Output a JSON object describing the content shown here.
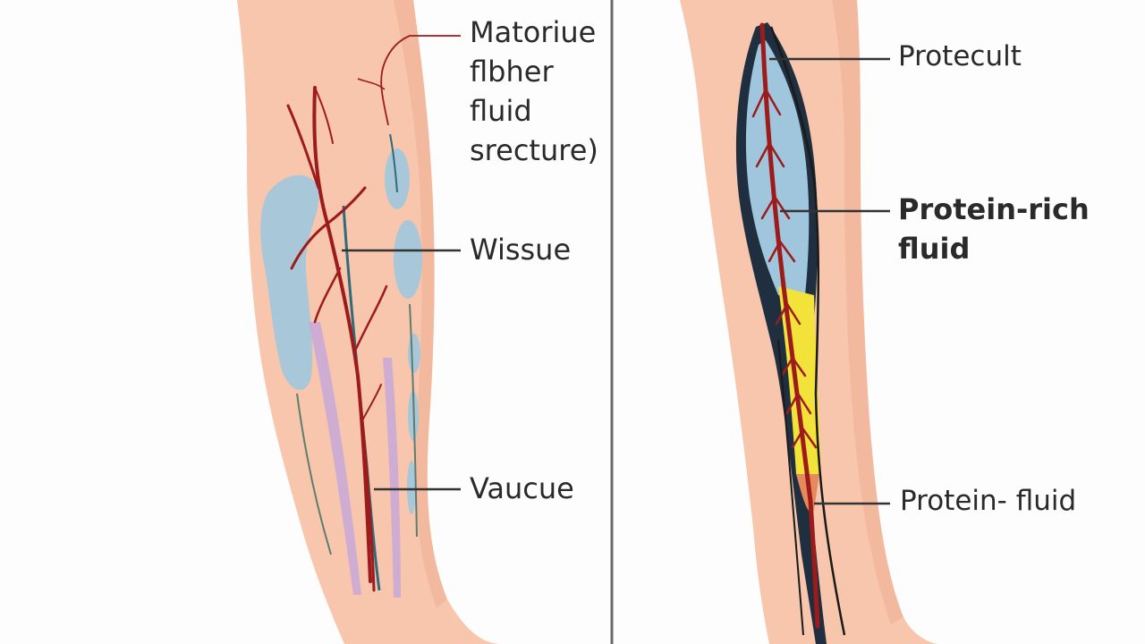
{
  "colors": {
    "skin": "#f7c6ad",
    "skin_shadow": "#efb398",
    "vessel": "#9e1b1b",
    "fluid_blue": "#9fc6dd",
    "fluid_yellow": "#f2e23a",
    "muscle_purple": "#c8a8d8",
    "outline": "#1f2f3f",
    "divider": "#6a6a6a",
    "leader": "#333333"
  },
  "icons": {
    "left_leg": "leg-vein-network-illustration",
    "right_leg": "leg-edema-cross-section-illustration"
  },
  "left_panel": {
    "labels": {
      "fiber_lines": [
        "Matoriue",
        "flbher",
        "fluid",
        "srecture)"
      ],
      "tissue": "Wissue",
      "vascular": "Vaucue"
    }
  },
  "right_panel": {
    "labels": {
      "top": "Protecult",
      "middle_lines": [
        "Protein-rich",
        "fluid"
      ],
      "bottom": "Protein- fluid"
    }
  }
}
